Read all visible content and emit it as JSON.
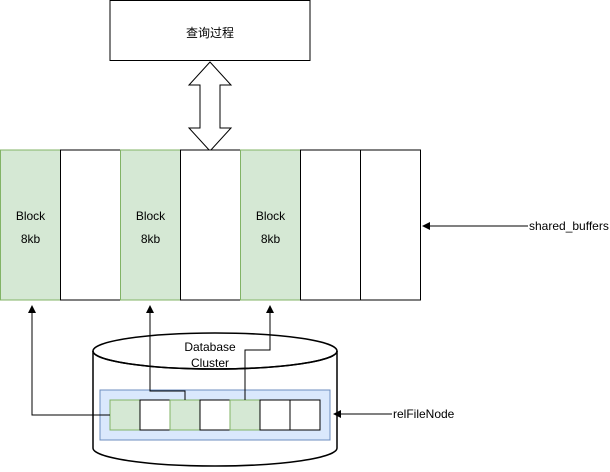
{
  "query_process": {
    "label": "查询过程"
  },
  "shared_buffers": {
    "label": "shared_buffers",
    "slots": [
      {
        "filled": true,
        "name": "Block",
        "size": "8kb"
      },
      {
        "filled": false,
        "name": "",
        "size": ""
      },
      {
        "filled": true,
        "name": "Block",
        "size": "8kb"
      },
      {
        "filled": false,
        "name": "",
        "size": ""
      },
      {
        "filled": true,
        "name": "Block",
        "size": "8kb"
      },
      {
        "filled": false,
        "name": "",
        "size": ""
      },
      {
        "filled": false,
        "name": "",
        "size": ""
      }
    ]
  },
  "database": {
    "label_line1": "Database",
    "label_line2": "Cluster",
    "relfilenode_label": "relFileNode",
    "pages": [
      true,
      false,
      true,
      false,
      true,
      false,
      false
    ]
  },
  "colors": {
    "block_fill": "#d5e8d4",
    "relfilenode_fill": "#dae8fc",
    "relfilenode_stroke": "#6c8ebf",
    "block_stroke": "#82b366",
    "line": "#000000"
  }
}
